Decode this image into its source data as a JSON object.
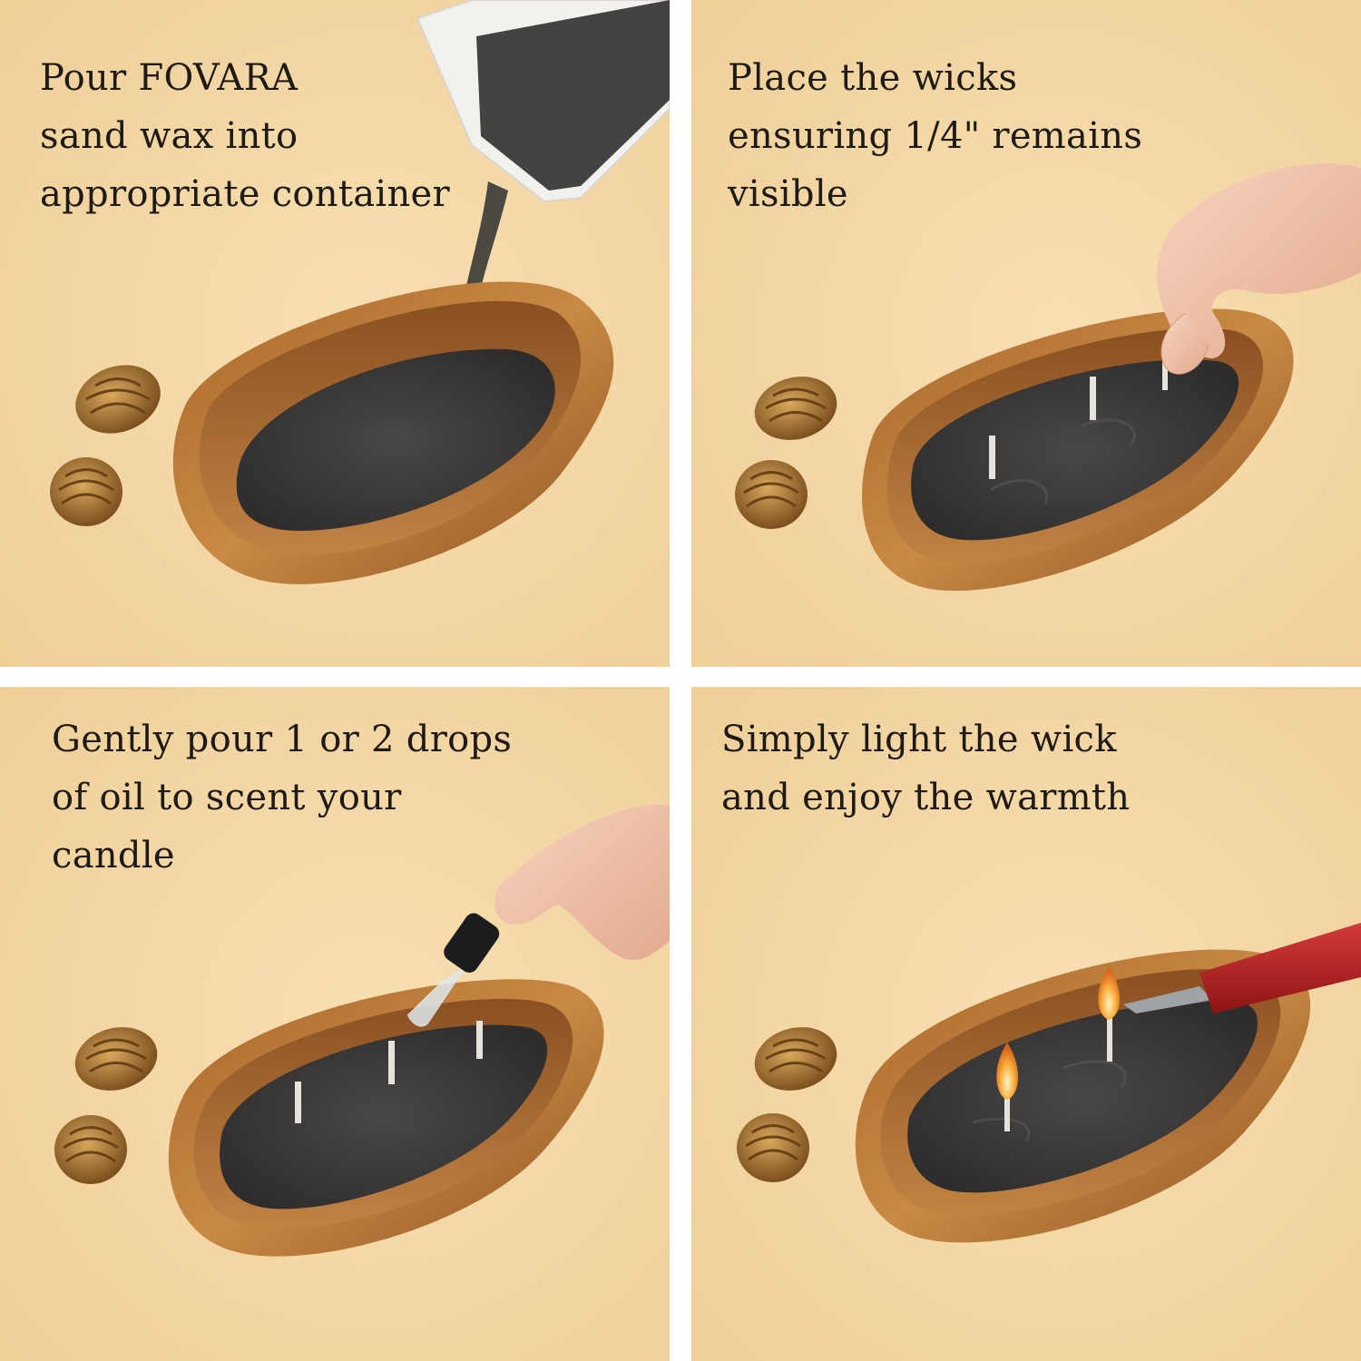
{
  "steps": [
    {
      "lines": [
        "Pour FOVARA",
        "sand wax into",
        "appropriate container"
      ]
    },
    {
      "lines": [
        "Place the wicks",
        "ensuring 1/4\" remains",
        "visible"
      ]
    },
    {
      "lines": [
        "Gently pour 1 or 2 drops",
        "of oil to scent your",
        "candle"
      ]
    },
    {
      "lines": [
        "Simply light the wick",
        "and enjoy the warmth"
      ]
    }
  ],
  "colors": {
    "background": "#f5d9a8",
    "divider": "#ffffff",
    "text": "#1e1a16",
    "wood": "#b5742f",
    "sand": "#3d3b3a",
    "wick": "#e6e3dc",
    "flame": "#f7a73a",
    "pinecone": "#9a6a2c"
  }
}
